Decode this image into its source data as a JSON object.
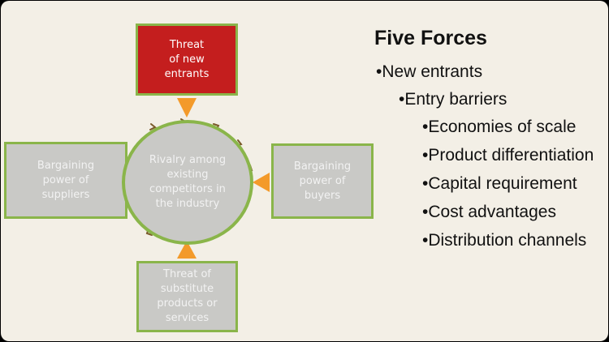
{
  "diagram": {
    "top_force": "Threat\nof new\nentrants",
    "left_force": "Bargaining\npower of\nsuppliers",
    "right_force": "Bargaining\npower of\nbuyers",
    "bottom_force": "Threat of\nsubstitute\nproducts or\nservices",
    "center": "Rivalry among\nexisting\ncompetitors in\nthe industry"
  },
  "outline": {
    "heading": "Five Forces",
    "items": [
      "•New entrants",
      "•Entry barriers",
      "•Economies of scale",
      "•Product differentiation",
      "•Capital requirement",
      "•Cost advantages",
      "•Distribution channels"
    ]
  },
  "colors": {
    "highlight": "#c41e1e",
    "box_fill": "#c9c9c6",
    "border_green": "#8ab54a",
    "arrow_orange": "#f39a2a",
    "background": "#f3efe6"
  }
}
